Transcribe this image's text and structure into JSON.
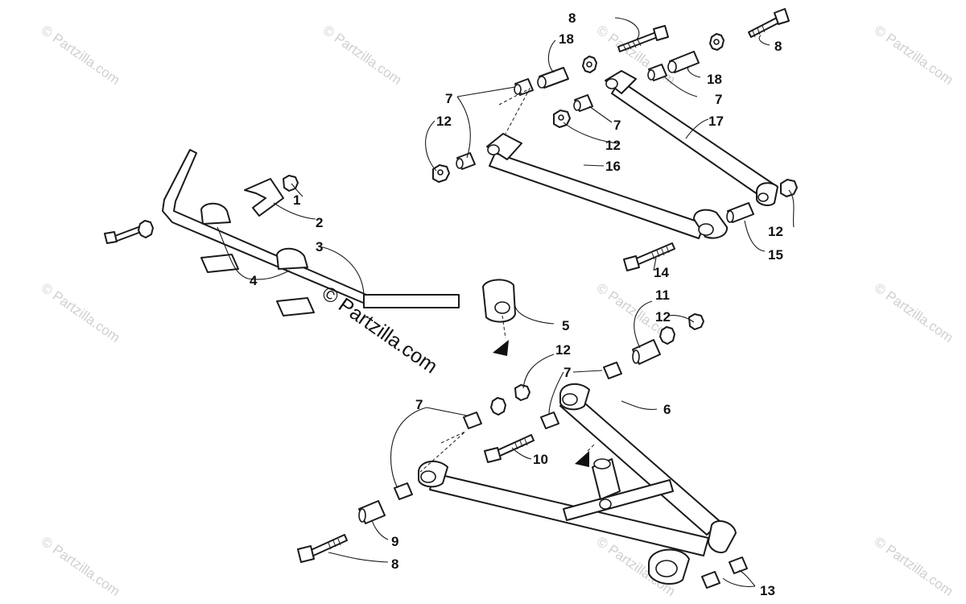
{
  "watermark": {
    "text": "© Partzilla.com",
    "center_text": "© Partzilla.com"
  },
  "callouts": [
    {
      "id": "c1",
      "label": "1"
    },
    {
      "id": "c2",
      "label": "2"
    },
    {
      "id": "c3",
      "label": "3"
    },
    {
      "id": "c4",
      "label": "4"
    },
    {
      "id": "c5",
      "label": "5"
    },
    {
      "id": "c6",
      "label": "6"
    },
    {
      "id": "c7a",
      "label": "7"
    },
    {
      "id": "c7b",
      "label": "7"
    },
    {
      "id": "c7c",
      "label": "7"
    },
    {
      "id": "c7d",
      "label": "7"
    },
    {
      "id": "c7e",
      "label": "7"
    },
    {
      "id": "c8a",
      "label": "8"
    },
    {
      "id": "c8b",
      "label": "8"
    },
    {
      "id": "c8c",
      "label": "8"
    },
    {
      "id": "c9",
      "label": "9"
    },
    {
      "id": "c10",
      "label": "10"
    },
    {
      "id": "c11",
      "label": "11"
    },
    {
      "id": "c12a",
      "label": "12"
    },
    {
      "id": "c12b",
      "label": "12"
    },
    {
      "id": "c12c",
      "label": "12"
    },
    {
      "id": "c12d",
      "label": "12"
    },
    {
      "id": "c12e",
      "label": "12"
    },
    {
      "id": "c13",
      "label": "13"
    },
    {
      "id": "c14",
      "label": "14"
    },
    {
      "id": "c15",
      "label": "15"
    },
    {
      "id": "c16",
      "label": "16"
    },
    {
      "id": "c17",
      "label": "17"
    },
    {
      "id": "c18a",
      "label": "18"
    },
    {
      "id": "c18b",
      "label": "18"
    }
  ]
}
